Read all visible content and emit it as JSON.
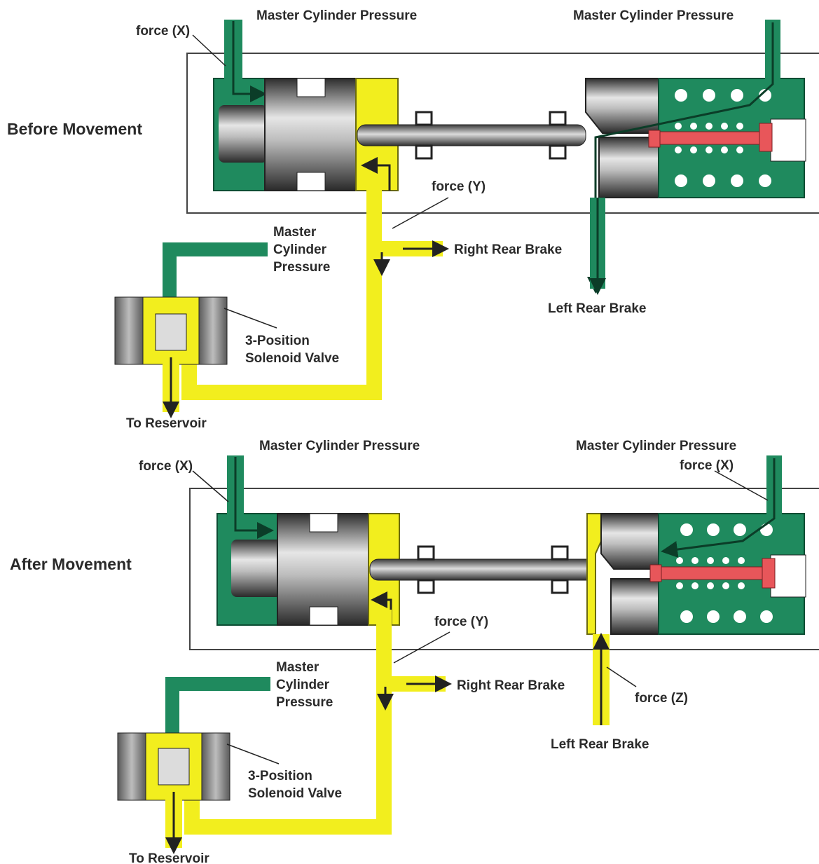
{
  "colors": {
    "hydraulic_pressure": "#0d7a4e",
    "hydraulic_fill": "#1f8a5e",
    "low_pressure": "#f2ee1e",
    "piston_dark": "#3d3d3d",
    "piston_light": "#c9c9c9",
    "plunger": "#e8565a",
    "housing_outline": "#444444",
    "text": "#2a2a2a"
  },
  "panels": [
    {
      "title": "Before Movement",
      "labels": {
        "force_x_left": "force (X)",
        "mc_pressure_left": "Master Cylinder Pressure",
        "mc_pressure_right": "Master Cylinder Pressure",
        "force_y": "force (Y)",
        "right_rear_brake": "Right Rear Brake",
        "left_rear_brake": "Left Rear Brake",
        "valve_mc_line1": "Master",
        "valve_mc_line2": "Cylinder",
        "valve_mc_line3": "Pressure",
        "solenoid_line1": "3-Position",
        "solenoid_line2": "Solenoid Valve",
        "to_reservoir": "To Reservoir"
      }
    },
    {
      "title": "After Movement",
      "labels": {
        "force_x_left": "force (X)",
        "force_x_right": "force (X)",
        "mc_pressure_left": "Master Cylinder Pressure",
        "mc_pressure_right": "Master Cylinder Pressure",
        "force_y": "force (Y)",
        "force_z": "force (Z)",
        "right_rear_brake": "Right Rear Brake",
        "left_rear_brake": "Left Rear Brake",
        "valve_mc_line1": "Master",
        "valve_mc_line2": "Cylinder",
        "valve_mc_line3": "Pressure",
        "solenoid_line1": "3-Position",
        "solenoid_line2": "Solenoid Valve",
        "to_reservoir": "To Reservoir"
      }
    }
  ]
}
